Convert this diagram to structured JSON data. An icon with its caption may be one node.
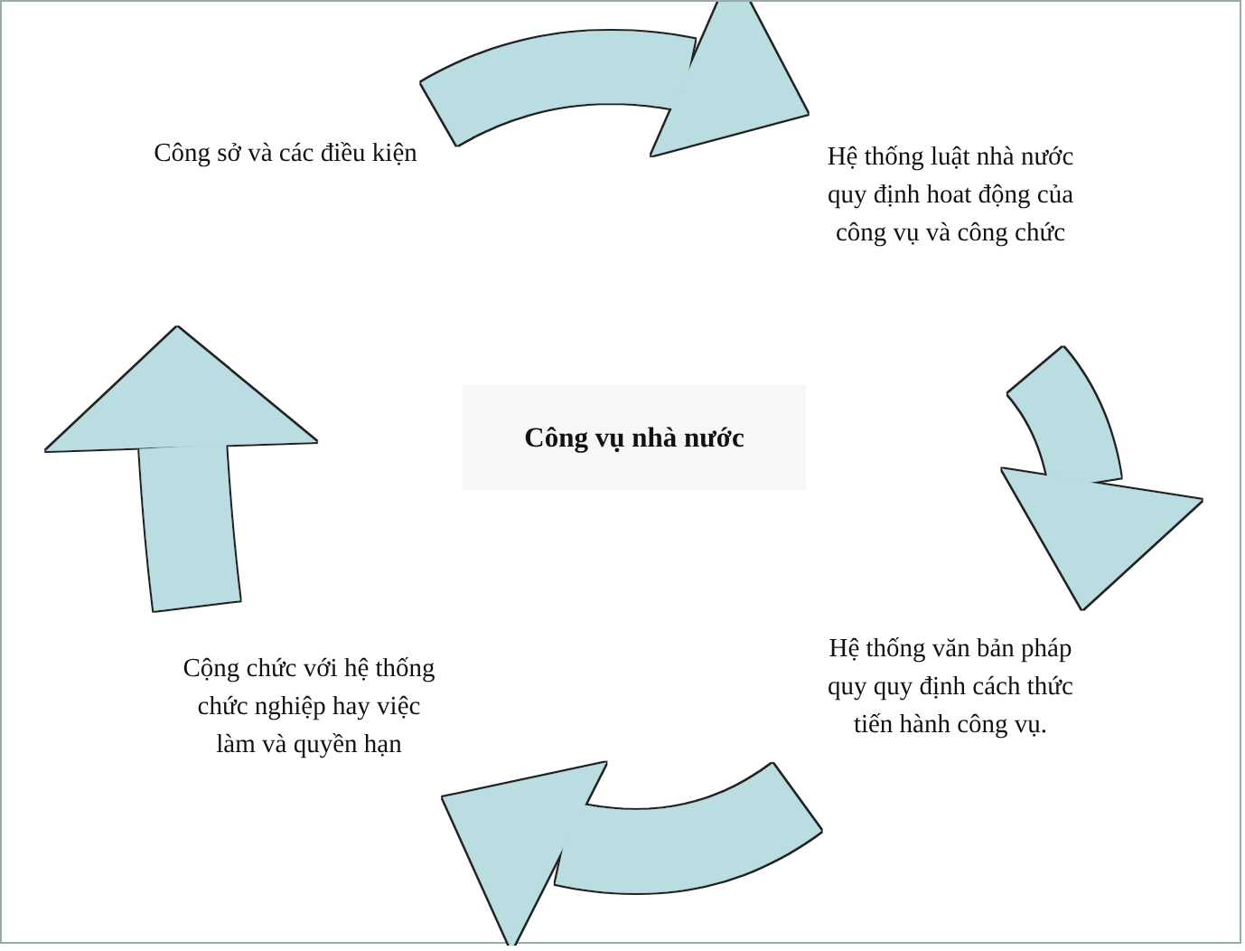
{
  "diagram": {
    "nodes": [
      {
        "text": [
          "Công vụ nhà nước"
        ]
      },
      {
        "text": [
          "Công sở và các điều kiện"
        ]
      },
      {
        "text": [
          "Hệ thống luật nhà nước quy định hoat động của công vụ và công chức"
        ]
      },
      {
        "text": [
          "Hệ thống văn bản pháp quy quy định cách thức tiến hành công vụ."
        ]
      },
      {
        "text": [
          "Cộng chức với hệ thống chức nghiệp hay việc làm và quyền hạn"
        ]
      }
    ],
    "edges": [
      {
        "from": 1,
        "to": 2,
        "arrow": "to"
      },
      {
        "from": 2,
        "to": 3,
        "arrow": "to"
      },
      {
        "from": 3,
        "to": 4,
        "arrow": "to"
      },
      {
        "from": 4,
        "to": 1,
        "arrow": "to"
      }
    ]
  }
}
